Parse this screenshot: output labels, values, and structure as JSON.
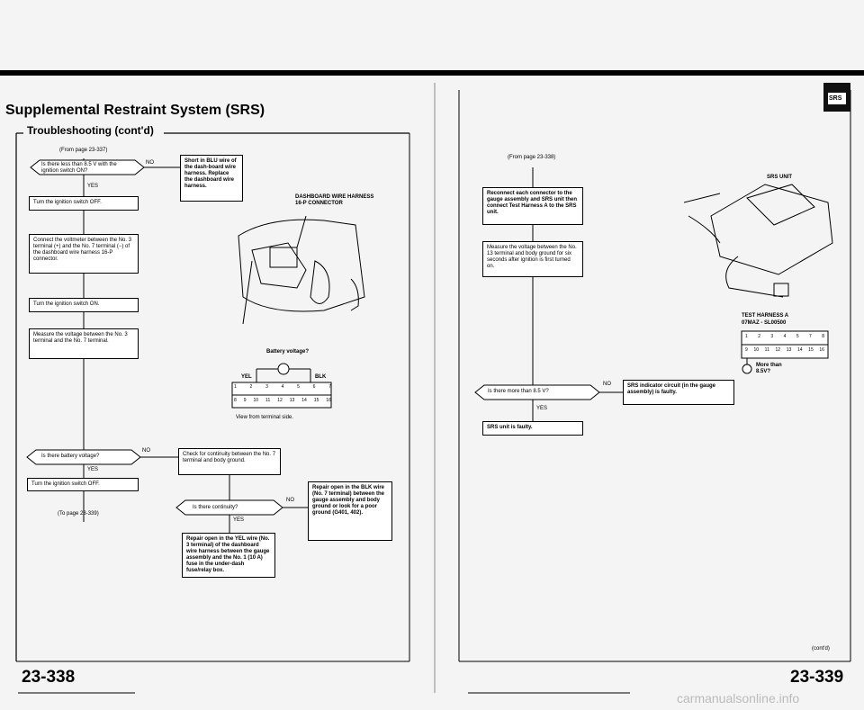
{
  "left_page": {
    "title": "Supplemental Restraint System (SRS)",
    "subtitle": "Troubleshooting (cont'd)",
    "from_ref": "(From page 23-337)",
    "q1": "Is there less than 8.5 V with the ignition switch ON?",
    "q1_no_action": "Short in BLU wire of the dash-board wire harness. Replace the dashboard wire harness.",
    "yes": "YES",
    "no": "NO",
    "step1": "Turn the ignition switch OFF.",
    "step2": "Connect the voltmeter between the No. 3 terminal (+) and the No. 7 terminal (−) of the dashboard wire harness 16-P connector.",
    "step3": "Turn the ignition switch ON.",
    "step4": "Measure the voltage between the No. 3 terminal and the No. 7 terminal.",
    "q2": "Is there battery voltage?",
    "q2_no_action": "Check for continuity between the No. 7 terminal and body ground.",
    "step5": "Turn the ignition switch OFF.",
    "to_ref": "(To page 23-339)",
    "q3": "Is there continuity?",
    "q3_no_action": "Repair open in the BLK wire (No. 7 terminal) between the gauge assembly and body ground or look for a poor ground (G401, 402).",
    "q3_yes_action": "Repair open in the YEL wire (No. 3 terminal) of the dashboard wire harness between the gauge assembly and the No. 1 (10 A) fuse in the under-dash fuse/relay box.",
    "diagram_label": "DASHBOARD WIRE HARNESS 16-P CONNECTOR",
    "battery_label": "Battery voltage?",
    "yel": "YEL",
    "blk": "BLK",
    "view_label": "View from terminal side.",
    "connector_top": [
      "1",
      "2",
      "3",
      "4",
      "",
      "5",
      "6",
      "7"
    ],
    "connector_bottom": [
      "8",
      "9",
      "10",
      "11",
      "12",
      "",
      "13",
      "14",
      "15",
      "16"
    ],
    "page_number": "23-338"
  },
  "right_page": {
    "srs_icon": "SRS",
    "from_ref": "(From page 23-338)",
    "step1": "Reconnect each connector to the gauge assembly and SRS unit then connect Test Harness A to the SRS unit.",
    "step2": "Measure the voltage between the No. 13 terminal and body ground for six seconds after ignition is first turned on.",
    "q1": "Is there more than 8.5 V?",
    "no": "NO",
    "yes": "YES",
    "no_action": "SRS indicator circuit (in the gauge assembly) is faulty.",
    "yes_action": "SRS unit is faulty.",
    "srs_unit_label": "SRS UNIT",
    "test_harness_label": "TEST HARNESS A",
    "test_harness_part": "07MAZ - SL00500",
    "more_than": "More than",
    "voltage": "8.5V?",
    "harness_top": [
      "1",
      "2",
      "3",
      "4",
      "5",
      "",
      "7",
      "8"
    ],
    "harness_bottom": [
      "9",
      "10",
      "11",
      "12",
      "13",
      "14",
      "15",
      "16"
    ],
    "cont": "(cont'd)",
    "page_number": "23-339"
  },
  "watermark": "carmanualsonline.info"
}
